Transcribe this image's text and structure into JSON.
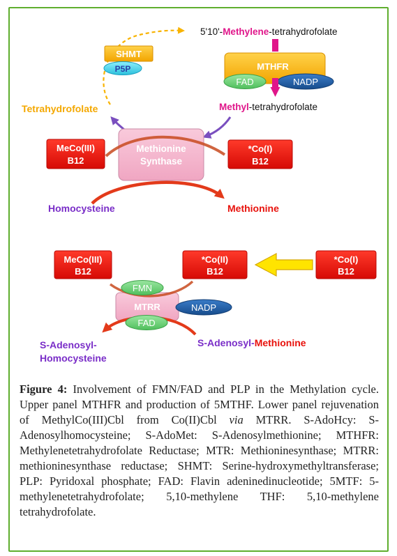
{
  "colors": {
    "frame": "#5fae2e",
    "enzyme_orange": "#f8b300",
    "red_box": "#e8120c",
    "pink_box": "#f4b6cc",
    "green_oval": "#6fcf7a",
    "blue_oval": "#1f5fa8",
    "cyan_oval": "#3fd0e8",
    "magenta": "#e0168a",
    "purple": "#7a2ec8",
    "red_text": "#e8120c",
    "yellow_arrow": "#ffe400"
  },
  "upper": {
    "methylene_pre": "5'10'-",
    "methylene_mid": "Methylene",
    "methylene_post": "-tetrahydrofolate",
    "shmt": "SHMT",
    "p5p": "P5P",
    "mthfr": "MTHFR",
    "fad": "FAD",
    "nadp": "NADP",
    "methyl_pre": "Methyl",
    "methyl_post": "-tetrahydrofolate",
    "thf": "Tetrahydrofolate",
    "meco_line1": "MeCo(III)",
    "meco_line2": "B12",
    "ms_line1": "Methionine",
    "ms_line2": "Synthase",
    "coi_line1": "*Co(I)",
    "coi_line2": "B12",
    "homocysteine": "Homocysteine",
    "methionine": "Methionine"
  },
  "lower": {
    "meco_line1": "MeCo(III)",
    "meco_line2": "B12",
    "coii_line1": "*Co(II)",
    "coii_line2": "B12",
    "coi_line1": "*Co(I)",
    "coi_line2": "B12",
    "fmn": "FMN",
    "mtrr": "MTRR",
    "nadp": "NADP",
    "fad": "FAD",
    "sah_line1": "S-Adenosyl-",
    "sah_line2": "Homocysteine",
    "sam_pre": "S-Adenosyl-",
    "sam_post": "Methionine"
  },
  "caption": {
    "label": "Figure 4:",
    "part1": " Involvement of FMN/FAD and PLP in the Methylation cycle. Upper panel MTHFR and production of 5MTHF. Lower panel rejuvenation of MethylCo(III)Cbl from Co(II)Cbl ",
    "via": "via",
    "part2": " MTRR. S-AdoHcy: S-Adenosylhomocysteine; S-AdoMet: S-Adenosylmethionine; MTHFR: Methylenetetrahydrofolate Reductase; MTR: Methioninesynthase; MTRR: methioninesynthase reductase; SHMT: Serine-hydroxymethyltransferase; PLP: Pyridoxal phosphate; FAD: Flavin adeninedinucleotide; 5MTF: 5-methylenetetrahydrofolate; 5,10-methylene THF: 5,10-methylene tetrahydrofolate."
  }
}
